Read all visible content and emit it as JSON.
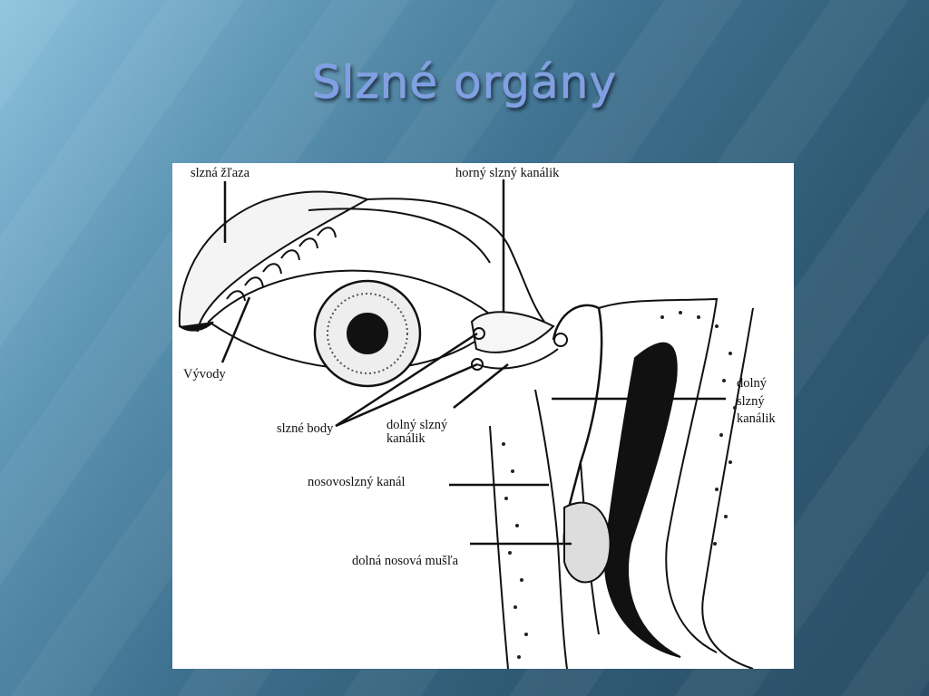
{
  "title": "Slzné orgány",
  "labels": {
    "lacrimal_gland": "slzná žľaza",
    "upper_canaliculus": "horný slzný kanálik",
    "ducts": "Vývody",
    "puncta": "slzné body",
    "lower_canaliculus_1": "dolný slzný",
    "lower_canaliculus_2": "kanálik",
    "nasolacrimal_duct_lbl_1": "dolný",
    "nasolacrimal_duct_lbl_2": "slzný",
    "nasolacrimal_duct_lbl_3": "kanálik",
    "nasolacrimal_canal": "nosovoslzný kanál",
    "inferior_concha": "dolná nosová mušľa"
  }
}
